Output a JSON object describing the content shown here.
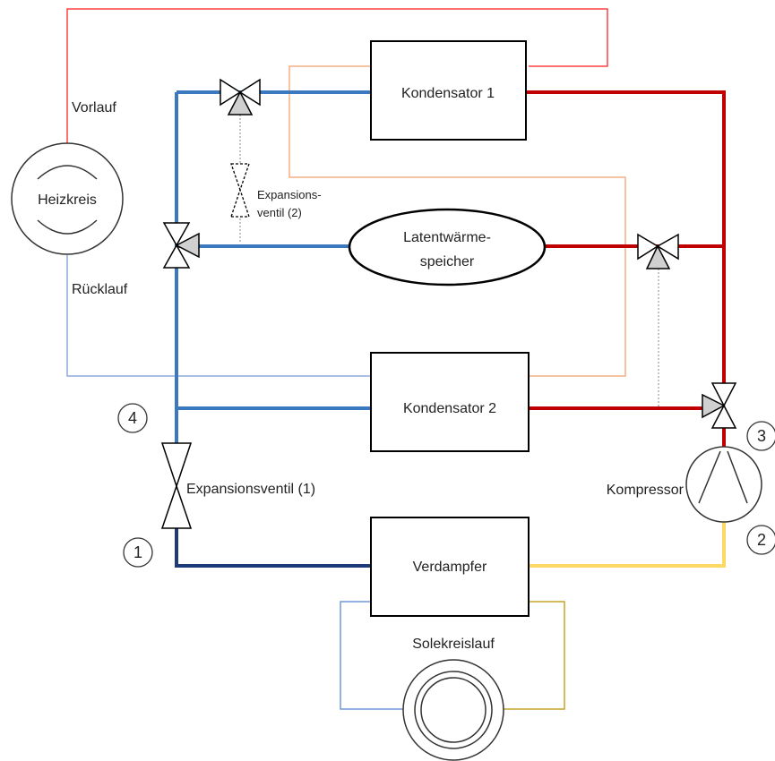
{
  "labels": {
    "vorlauf": "Vorlauf",
    "ruecklauf": "Rücklauf",
    "heizkreis": "Heizkreis",
    "kondensator1": "Kondensator 1",
    "kondensator2": "Kondensator 2",
    "latent_line1": "Latentwärme-",
    "latent_line2": "speicher",
    "exp2_line1": "Expansions-",
    "exp2_line2": "ventil (2)",
    "expansionsventil1": "Expansionsventil (1)",
    "kompressor": "Kompressor",
    "verdampfer": "Verdampfer",
    "solekreislauf": "Solekreislauf"
  },
  "states": {
    "s1": "1",
    "s2": "2",
    "s3": "3",
    "s4": "4"
  },
  "colors": {
    "hot_refrigerant": "#c00000",
    "heating_flow": "#ff4040",
    "condensate": "#3a78c0",
    "heating_return": "#8eaadb",
    "low_pressure_liquid": "#1f3a78",
    "suction_vapor": "#ffd966",
    "intermediate_loop": "#f4b183",
    "brine_cold": "#6f98d8",
    "brine_warm": "#c9a32a",
    "valve_fill": "#d0d0d0"
  }
}
